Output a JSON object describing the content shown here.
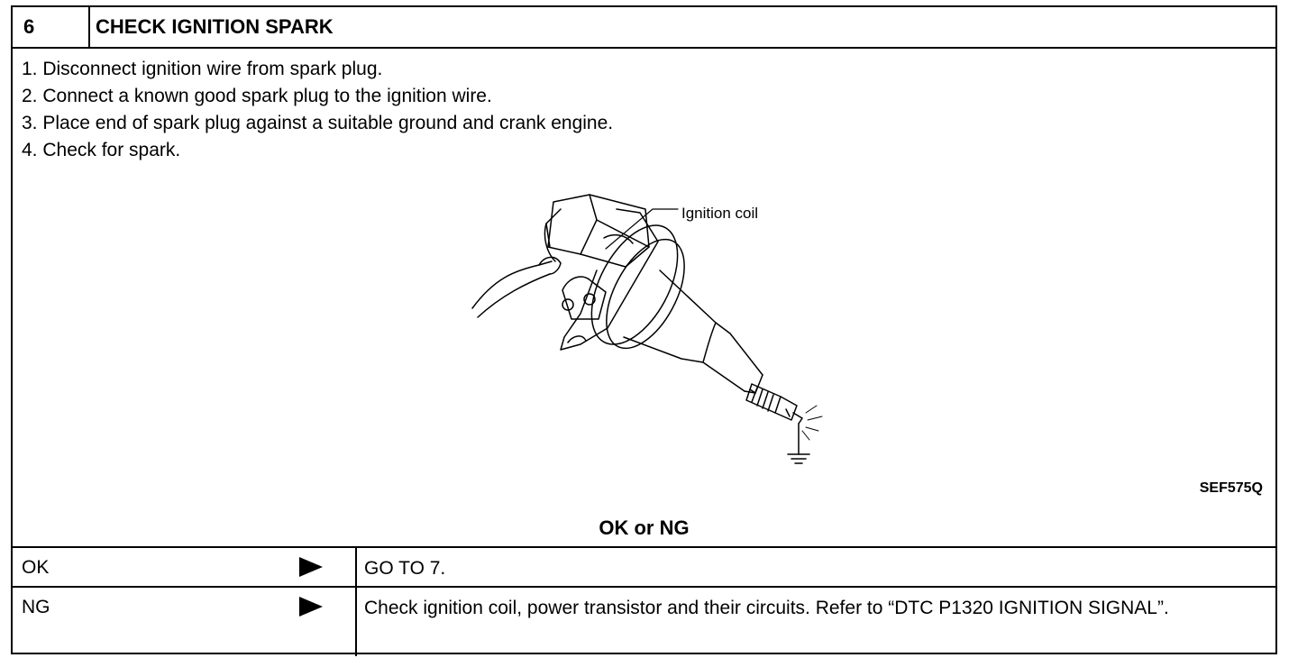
{
  "header": {
    "step": "6",
    "title": "CHECK IGNITION SPARK"
  },
  "instructions": [
    "1. Disconnect ignition wire from spark plug.",
    "2. Connect a known good spark plug to the ignition wire.",
    "3. Place end of spark plug against a suitable ground and crank engine.",
    "4. Check for spark."
  ],
  "figure": {
    "callout": "Ignition coil",
    "code": "SEF575Q"
  },
  "question": "OK or NG",
  "results": [
    {
      "label": "OK",
      "action": "GO TO 7."
    },
    {
      "label": "NG",
      "action": "Check ignition coil, power transistor and their circuits. Refer to “DTC P1320 IGNITION SIGNAL”."
    }
  ]
}
